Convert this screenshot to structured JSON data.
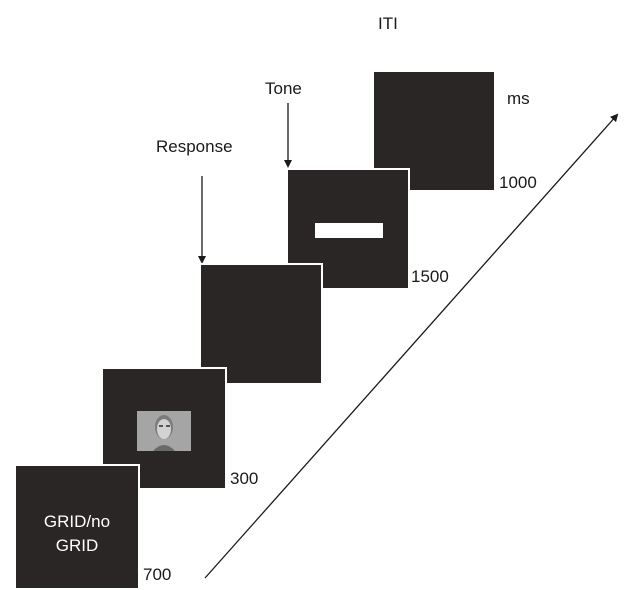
{
  "labels": {
    "iti": "ITI",
    "ms": "ms",
    "tone": "Tone",
    "response": "Response"
  },
  "panels": [
    {
      "id": "grid",
      "text_line1": "GRID/no",
      "text_line2": "GRID",
      "duration": "700"
    },
    {
      "id": "face",
      "duration": "300"
    },
    {
      "id": "response",
      "duration": ""
    },
    {
      "id": "tone",
      "duration": "1500"
    },
    {
      "id": "iti",
      "duration": "1000"
    }
  ],
  "colors": {
    "panel_fill": "#2a2626",
    "panel_border": "#ffffff",
    "text": "#1a1a1a",
    "bar": "#ffffff"
  }
}
